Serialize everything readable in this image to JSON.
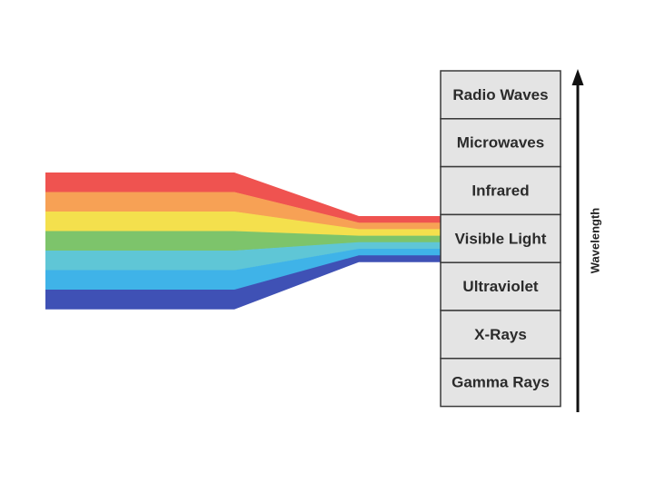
{
  "spectrum": {
    "bands": [
      {
        "label": "Radio Waves"
      },
      {
        "label": "Microwaves"
      },
      {
        "label": "Infrared"
      },
      {
        "label": "Visible Light"
      },
      {
        "label": "Ultraviolet"
      },
      {
        "label": "X-Rays"
      },
      {
        "label": "Gamma Rays"
      }
    ],
    "box_fill": "#e4e4e4",
    "box_stroke": "#3a3a3a"
  },
  "axis": {
    "label": "Wavelength",
    "color": "#111111"
  },
  "rainbow": {
    "colors": [
      "#ef5350",
      "#f7a155",
      "#f4e04d",
      "#7dc46b",
      "#5fc6d6",
      "#3fb3e8",
      "#3f51b5"
    ]
  }
}
